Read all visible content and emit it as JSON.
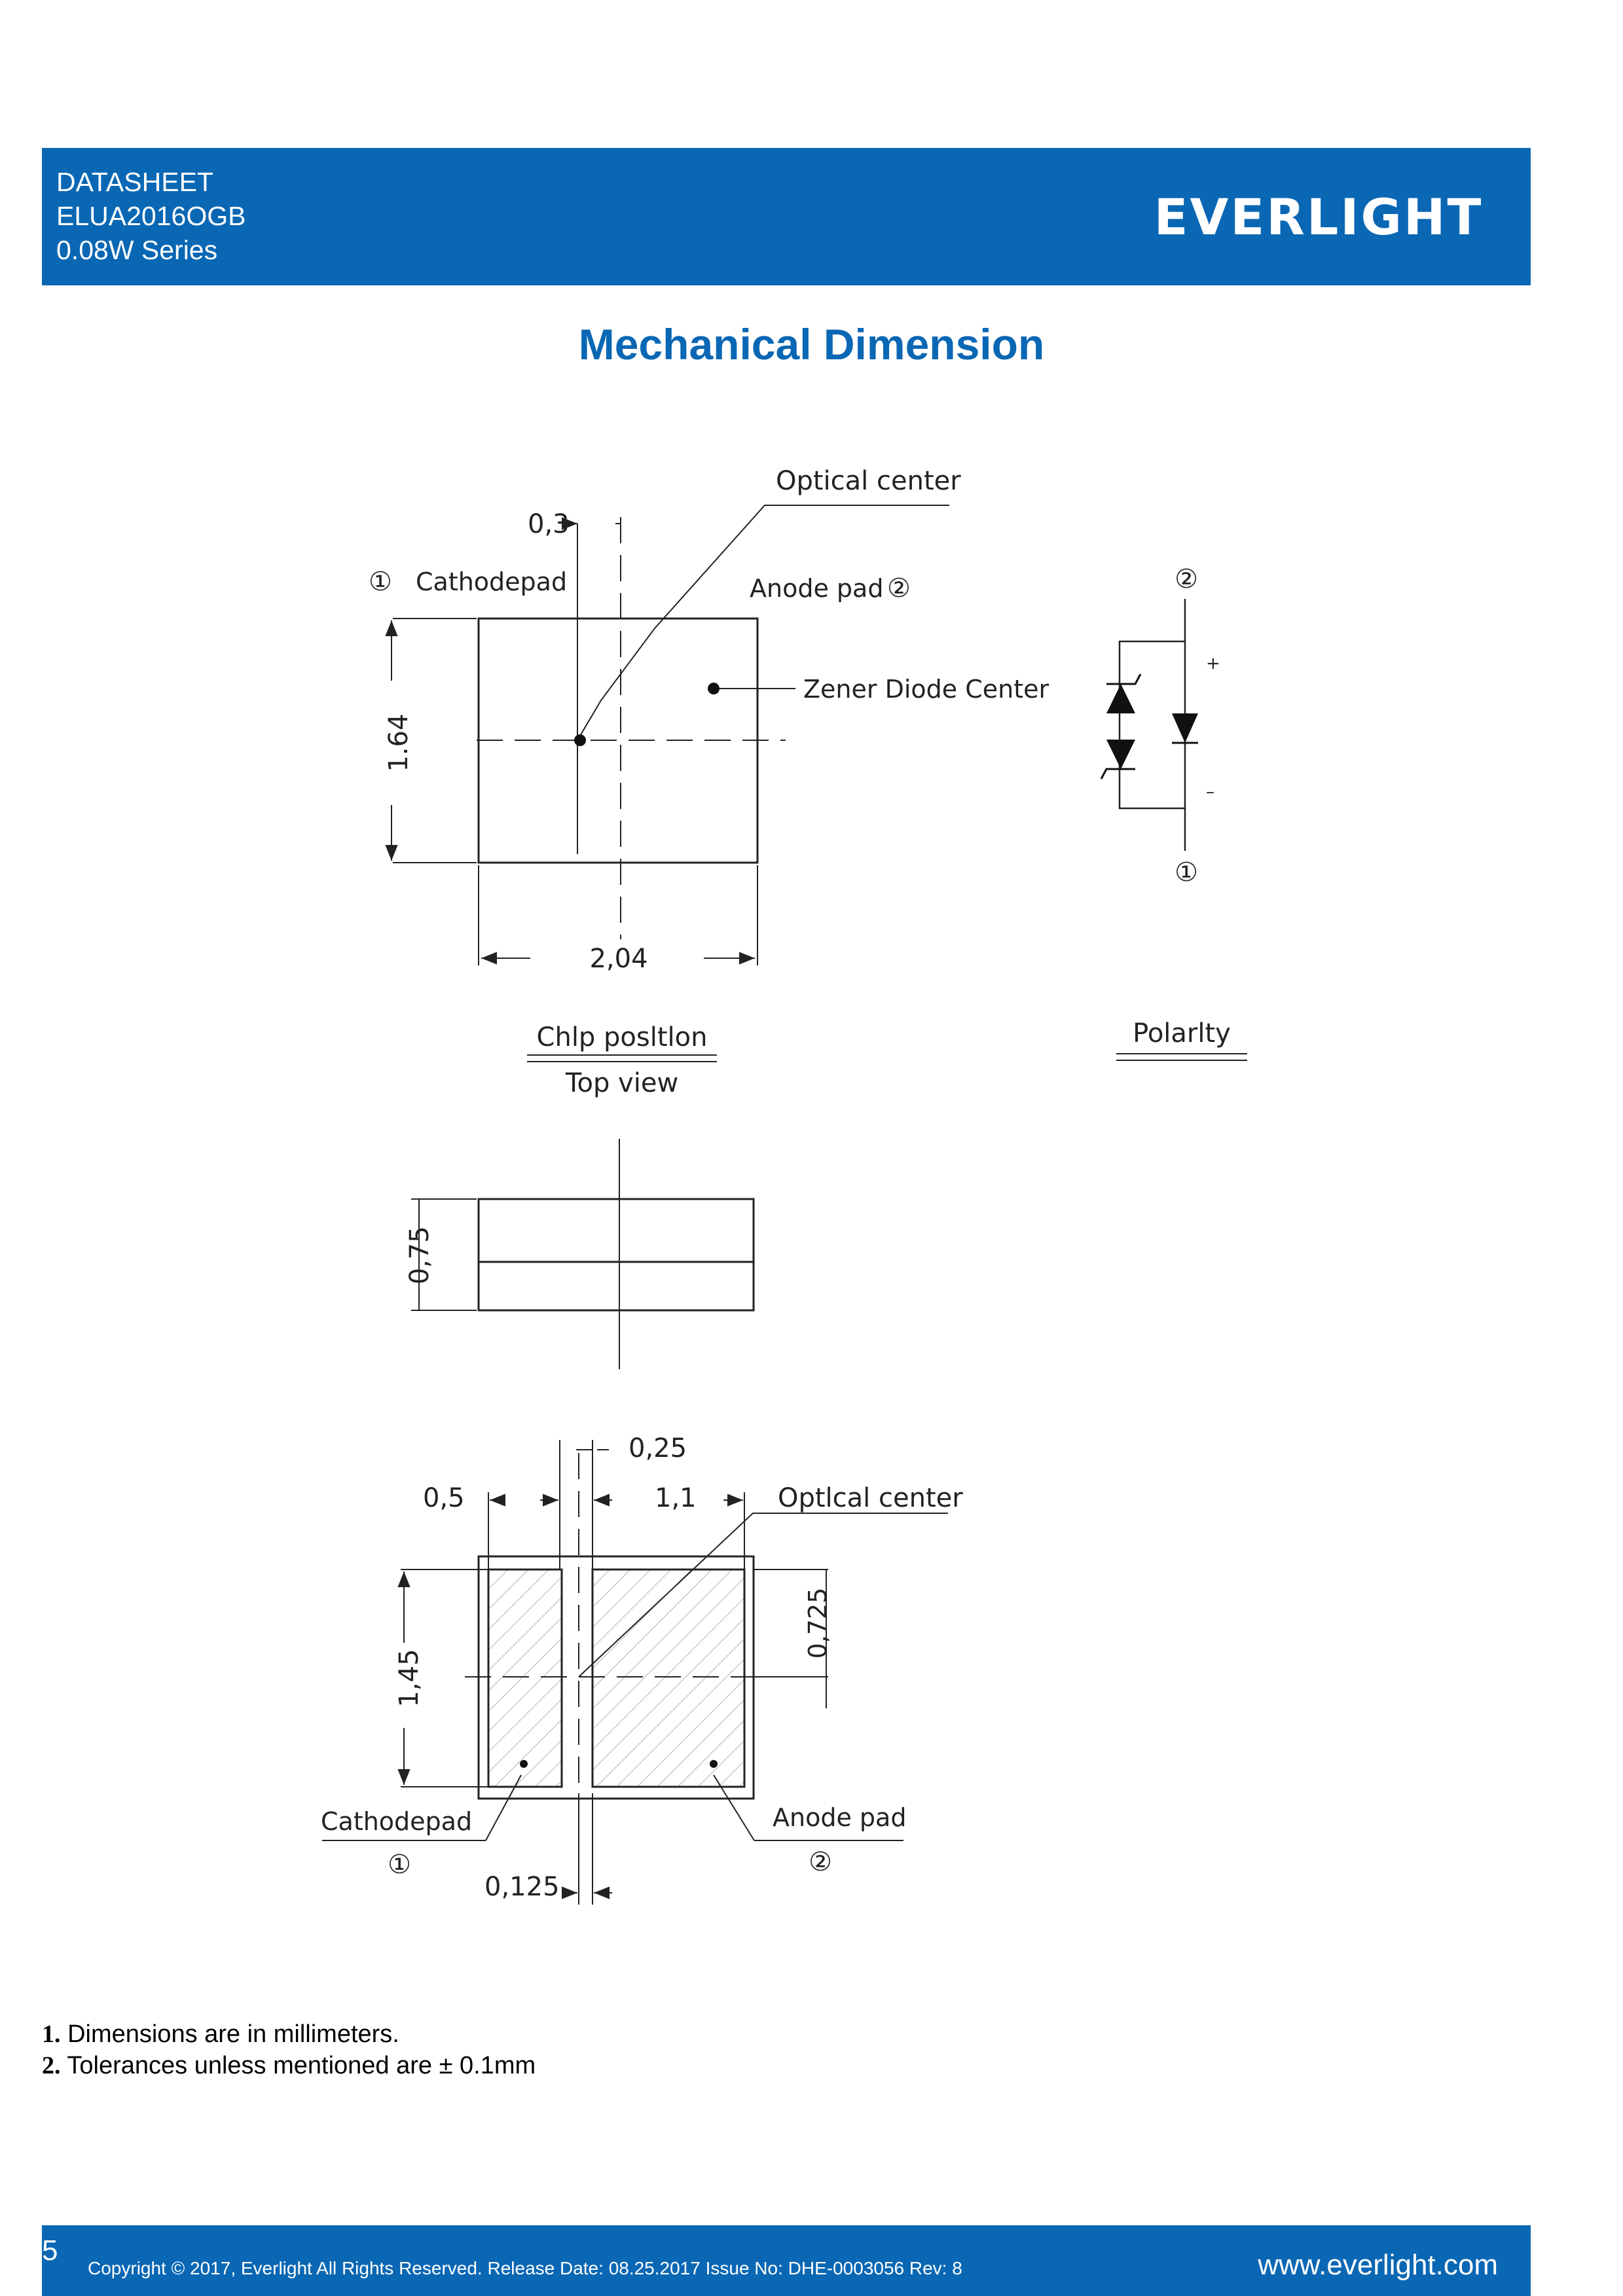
{
  "header": {
    "line1": "DATASHEET",
    "line2": "ELUA2016OGB",
    "line3": "0.08W Series",
    "logo_text": "EVERLIGHT"
  },
  "page_title": "Mechanical Dimension",
  "drawing": {
    "top_view": {
      "dim_offset": "0,3",
      "optical_center": "Optical center",
      "cathode_pad": "Cathodepad",
      "anode_pad": "Anode pad",
      "pin1": "①",
      "pin2": "②",
      "zener_center": "Zener Diode Center",
      "dim_height": "1.64",
      "dim_width": "2,04",
      "caption_top": "Chlp posltlon",
      "caption_bottom": "Top view"
    },
    "polarity": {
      "pin2": "②",
      "pin1": "①",
      "plus": "+",
      "minus": "–",
      "caption": "Polarlty"
    },
    "side_view": {
      "dim_height": "0,75"
    },
    "bottom_view": {
      "dim_gap": "0,25",
      "dim_left_pad": "0,5",
      "dim_right_pad": "1,1",
      "optical_center": "Optlcal center",
      "dim_height": "1,45",
      "dim_half_height": "0,725",
      "cathode_pad": "Cathodepad",
      "anode_pad": "Anode pad",
      "pin1": "①",
      "pin2": "②",
      "dim_offset": "0,125"
    }
  },
  "notes": [
    {
      "num": "1.",
      "text": "Dimensions are in millimeters."
    },
    {
      "num": "2.",
      "text": "Tolerances unless mentioned are ± 0.1mm"
    }
  ],
  "footer": {
    "page_number": "5",
    "copyright": "Copyright © 2017, Everlight All Rights Reserved. Release Date: 08.25.2017 Issue No: DHE-0003056 Rev: 8",
    "url": "www.everlight.com"
  },
  "colors": {
    "brand_blue": "#0a67b4",
    "header_text": "#ffffff",
    "drawing_line": "#222222"
  }
}
